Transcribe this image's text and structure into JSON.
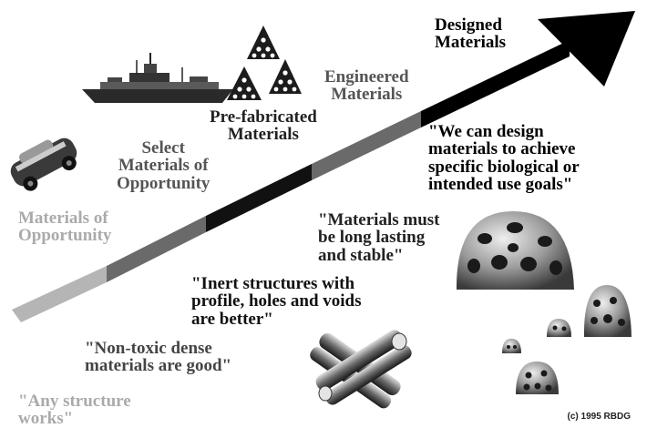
{
  "stages": [
    {
      "id": "opportunity",
      "lines": [
        "Materials of",
        "Opportunity"
      ],
      "color": "#aaaaaa"
    },
    {
      "id": "select",
      "lines": [
        "Select",
        "Materials of",
        "Opportunity"
      ],
      "color": "#555555"
    },
    {
      "id": "prefab",
      "lines": [
        "Pre-fabricated",
        "Materials"
      ],
      "color": "#222222"
    },
    {
      "id": "engineered",
      "lines": [
        "Engineered",
        "Materials"
      ],
      "color": "#555555"
    },
    {
      "id": "designed",
      "lines": [
        "Designed",
        "Materials"
      ],
      "color": "#000000"
    }
  ],
  "quotes": [
    {
      "id": "any-structure",
      "lines": [
        "\"Any structure",
        "works\""
      ],
      "color": "#aaaaaa"
    },
    {
      "id": "non-toxic",
      "lines": [
        "\"Non-toxic dense",
        "materials are good\""
      ],
      "color": "#444444"
    },
    {
      "id": "inert",
      "lines": [
        "\"Inert structures with",
        "profile, holes and voids",
        "are better\""
      ],
      "color": "#111111"
    },
    {
      "id": "long-lasting",
      "lines": [
        "\"Materials must",
        "be long lasting",
        "and stable\""
      ],
      "color": "#222222"
    },
    {
      "id": "design-goals",
      "lines": [
        "\"We can design",
        "materials to achieve",
        "specific biological or",
        "intended use goals\""
      ],
      "color": "#000000"
    }
  ],
  "arrow_segments": [
    {
      "name": "segment-opportunity",
      "color": "#b5b5b5"
    },
    {
      "name": "segment-select",
      "color": "#6a6a6a"
    },
    {
      "name": "segment-prefab",
      "color": "#111111"
    },
    {
      "name": "segment-engineered",
      "color": "#6a6a6a"
    },
    {
      "name": "segment-designed",
      "color": "#000000"
    }
  ],
  "illustrations": [
    "car-icon",
    "ship-icon",
    "pyramid-icon",
    "reef-dome-icon",
    "pipes-icon"
  ],
  "copyright": "(c) 1995 RBDG"
}
